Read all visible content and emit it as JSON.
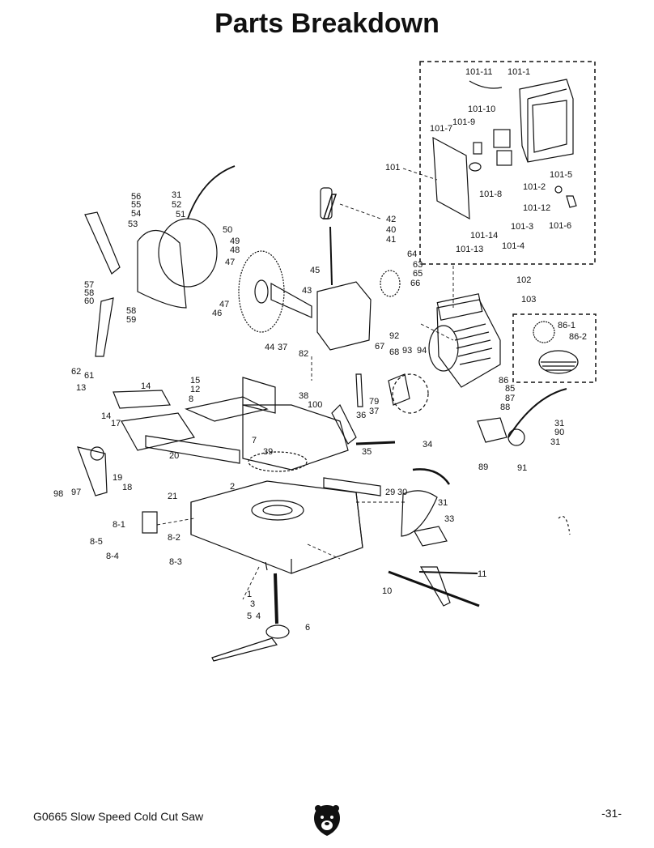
{
  "page": {
    "title": "Parts Breakdown",
    "footer_left": "G0665 Slow Speed Cold Cut Saw",
    "page_number": "-31-"
  },
  "labels": [
    "101-11",
    "101-1",
    "101-10",
    "101-9",
    "101-7",
    "101",
    "101-8",
    "101-2",
    "101-5",
    "101-12",
    "101-3",
    "101-14",
    "101-13",
    "101-4",
    "101-6",
    "56",
    "55",
    "54",
    "53",
    "31",
    "52",
    "51",
    "50",
    "49",
    "48",
    "47",
    "47",
    "46",
    "42",
    "40",
    "41",
    "45",
    "43",
    "64",
    "63",
    "65",
    "66",
    "102",
    "103",
    "57",
    "58",
    "60",
    "58",
    "59",
    "44",
    "37",
    "82",
    "92",
    "67",
    "68",
    "93",
    "94",
    "86-1",
    "86-2",
    "62",
    "61",
    "14",
    "15",
    "12",
    "8",
    "13",
    "38",
    "100",
    "79",
    "37",
    "36",
    "86",
    "85",
    "87",
    "88",
    "14",
    "17",
    "7",
    "39",
    "35",
    "34",
    "31",
    "90",
    "31",
    "19",
    "18",
    "20",
    "2",
    "29",
    "30",
    "89",
    "91",
    "98",
    "97",
    "21",
    "31",
    "33",
    "8-1",
    "8-5",
    "8-2",
    "8-4",
    "8-3",
    "11",
    "10",
    "1",
    "3",
    "5",
    "4",
    "6"
  ],
  "colors": {
    "ink": "#111111",
    "paper": "#ffffff"
  },
  "icons": {
    "logo": "grizzly-bear-logo"
  }
}
